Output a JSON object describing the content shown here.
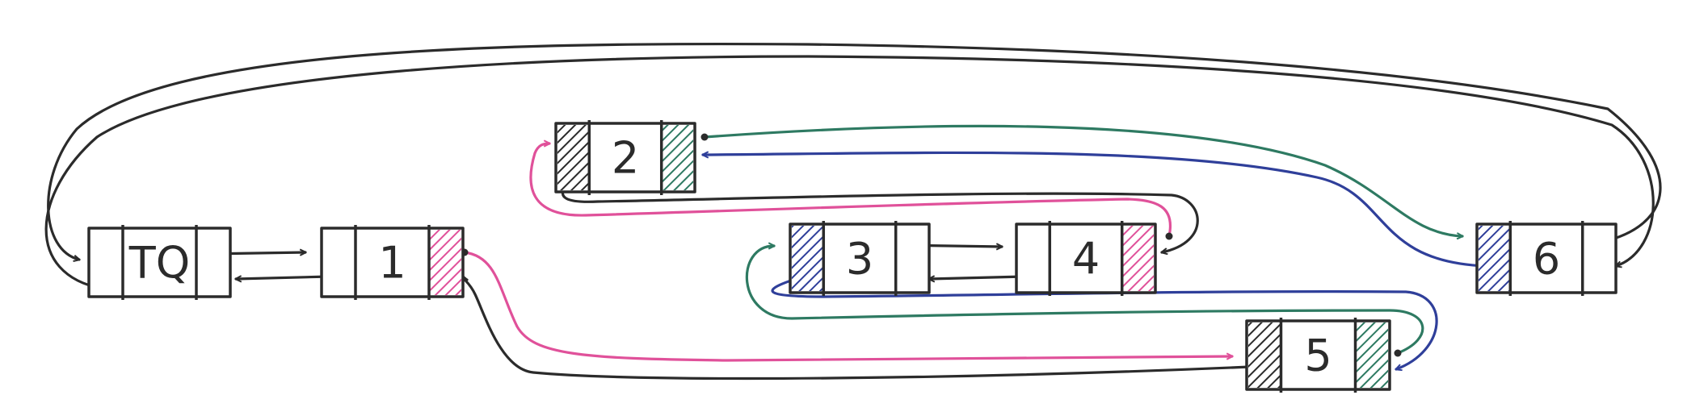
{
  "colors": {
    "ink": "#2b2b2b",
    "pink": "#e0519a",
    "green": "#2e7a62",
    "blue": "#2f3f9a"
  },
  "nodes": [
    {
      "id": "tq",
      "label": "TQ",
      "left": "none",
      "right": "none"
    },
    {
      "id": "n1",
      "label": "1",
      "left": "none",
      "right": "pink"
    },
    {
      "id": "n2",
      "label": "2",
      "left": "ink",
      "right": "green"
    },
    {
      "id": "n3",
      "label": "3",
      "left": "blue",
      "right": "none"
    },
    {
      "id": "n4",
      "label": "4",
      "left": "none",
      "right": "pink"
    },
    {
      "id": "n5",
      "label": "5",
      "left": "ink",
      "right": "green"
    },
    {
      "id": "n6",
      "label": "6",
      "left": "blue",
      "right": "none"
    }
  ],
  "links": [
    {
      "from": "tq",
      "to": "n1",
      "color": "ink"
    },
    {
      "from": "n1",
      "to": "tq",
      "color": "ink"
    },
    {
      "from": "n1",
      "to": "n5",
      "color": "pink"
    },
    {
      "from": "n5",
      "to": "n1",
      "color": "ink"
    },
    {
      "from": "n2",
      "to": "n4",
      "color": "ink"
    },
    {
      "from": "n4",
      "to": "n2",
      "color": "pink"
    },
    {
      "from": "n2",
      "to": "n6",
      "color": "green"
    },
    {
      "from": "n6",
      "to": "n2",
      "color": "blue"
    },
    {
      "from": "n3",
      "to": "n4",
      "color": "ink"
    },
    {
      "from": "n4",
      "to": "n3",
      "color": "ink"
    },
    {
      "from": "n3",
      "to": "n5",
      "color": "blue"
    },
    {
      "from": "n5",
      "to": "n3",
      "color": "green"
    },
    {
      "from": "n6",
      "to": "tq",
      "color": "ink"
    },
    {
      "from": "tq",
      "to": "n6",
      "color": "ink"
    }
  ]
}
